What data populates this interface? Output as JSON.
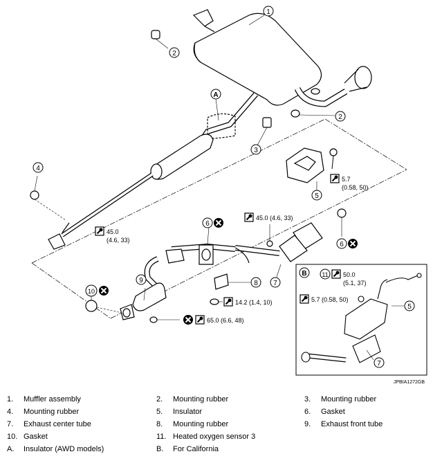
{
  "diagram": {
    "callouts": {
      "c1": "1",
      "c2a": "2",
      "c2b": "2",
      "c3": "3",
      "c4": "4",
      "c5": "5",
      "c5b": "5",
      "c6a": "6",
      "c6b": "6",
      "c7": "7",
      "c7b": "7",
      "c8": "8",
      "c9": "9",
      "c10": "10",
      "c11": "11",
      "cA": "A",
      "cB": "B"
    },
    "torques": {
      "t1a": "5.7",
      "t1b": "(0.58, 50)",
      "t2": "45.0 (4.6, 33)",
      "t3a": "45.0",
      "t3b": "(4.6, 33)",
      "t4": "14.2 (1.4, 10)",
      "t5": "65.0 (6.6, 48)",
      "t6a": "50.0",
      "t6b": "(5.1, 37)",
      "t7": "5.7 (0.58, 50)"
    },
    "code": "JPBIA1272GB"
  },
  "legend": [
    {
      "num": "1.",
      "label": "Muffler assembly"
    },
    {
      "num": "2.",
      "label": "Mounting rubber"
    },
    {
      "num": "3.",
      "label": "Mounting rubber"
    },
    {
      "num": "4.",
      "label": "Mounting rubber"
    },
    {
      "num": "5.",
      "label": "Insulator"
    },
    {
      "num": "6.",
      "label": "Gasket"
    },
    {
      "num": "7.",
      "label": "Exhaust center tube"
    },
    {
      "num": "8.",
      "label": "Mounting rubber"
    },
    {
      "num": "9.",
      "label": "Exhaust front tube"
    },
    {
      "num": "10.",
      "label": "Gasket"
    },
    {
      "num": "11.",
      "label": "Heated oxygen sensor 3"
    },
    {
      "num": "A.",
      "label": "Insulator (AWD models)"
    },
    {
      "num": "B.",
      "label": "For California"
    }
  ]
}
